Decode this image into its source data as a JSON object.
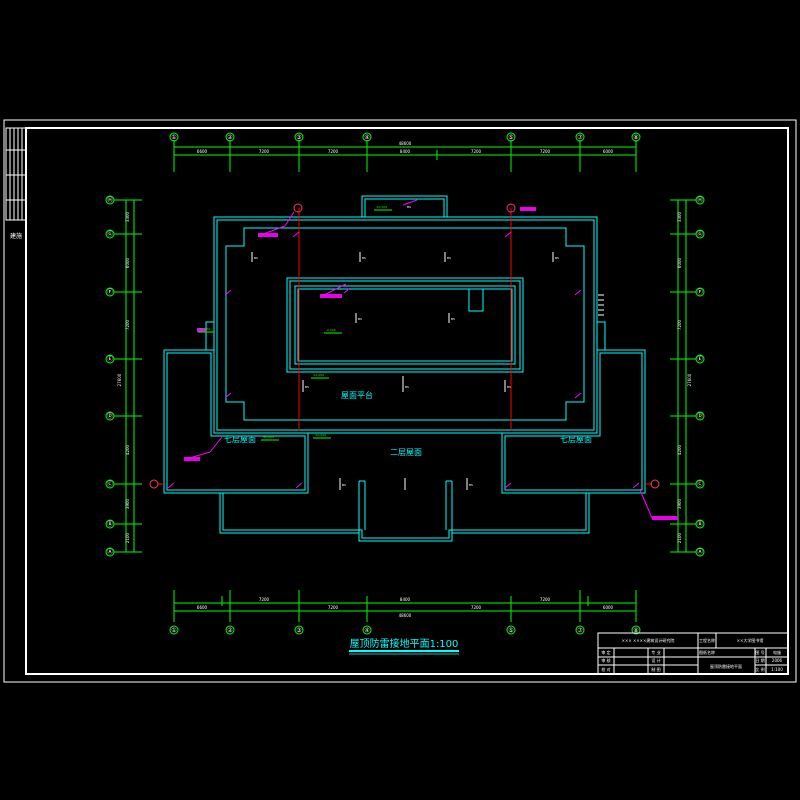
{
  "drawing_title": "屋顶防雷接地平面1:100",
  "side_strip_text": "建施",
  "room_labels": {
    "roof_platform": "屋面平台",
    "second_floor_roof": "二层屋面",
    "left_wing_roof": "七层屋面",
    "right_wing_roof": "七层屋面"
  },
  "top_axes": [
    "①",
    "②",
    "③",
    "④",
    "⑤",
    "⑦",
    "⑧"
  ],
  "bottom_axes": [
    "①",
    "②",
    "③",
    "④",
    "⑤",
    "⑦",
    "⑧"
  ],
  "side_axes": [
    "Ⓗ",
    "Ⓖ",
    "Ⓕ",
    "Ⓔ",
    "Ⓓ",
    "Ⓒ",
    "Ⓑ",
    "Ⓐ"
  ],
  "top_overall_dim": "48600",
  "bottom_overall_dim": "48600",
  "top_dims": [
    "6600",
    "7200",
    "7200",
    "8400",
    "7200",
    "7200",
    "6000"
  ],
  "bottom_dims": [
    "6600",
    "7200",
    "7200",
    "8400",
    "7200",
    "7200",
    "6000"
  ],
  "side_overall_dim": "27600",
  "side_dims": [
    "3300",
    "6000",
    "7200",
    "4200",
    "3900",
    "2100"
  ],
  "small_tags": [
    "BS",
    "BS",
    "BS",
    "BS",
    "BS",
    "BS",
    "BS",
    "BS",
    "BS",
    "BS",
    "BS",
    "BS"
  ],
  "green_tags": [
    "±0.000",
    "-0.500",
    "±0.000",
    "±0.000",
    "±0.000",
    "±0.000"
  ],
  "title_block": {
    "company": "××× ××××建筑设计研究院",
    "project_label": "工程名称",
    "project_value": "××大学图书馆",
    "drawing_label": "图纸名称",
    "drawing_value": "屋顶防雷接地平面",
    "row_labels": [
      "审 定",
      "审 核",
      "校 对"
    ],
    "row_labels_b": [
      "专 业",
      "设 计",
      "制 图"
    ],
    "meta_labels": [
      "图 号",
      "日 期",
      "比 例"
    ],
    "meta_values": [
      "电施",
      "2006",
      "1:100"
    ]
  }
}
